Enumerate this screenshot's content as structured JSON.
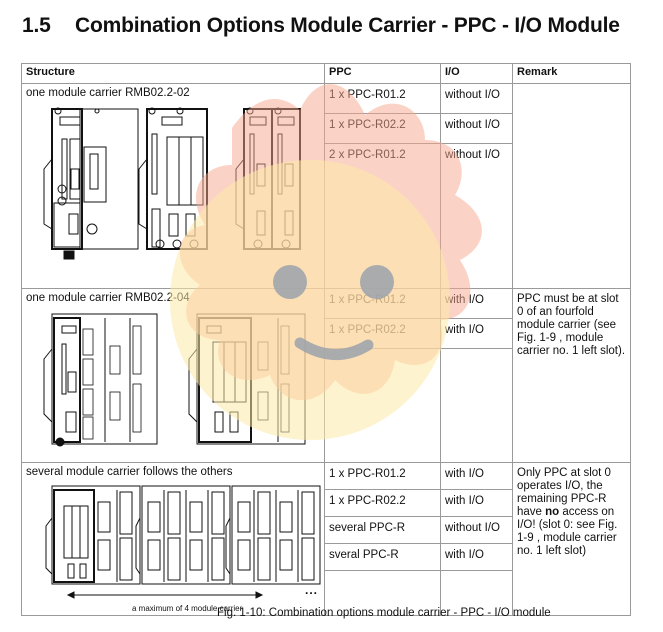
{
  "heading": {
    "number": "1.5",
    "title": "Combination Options Module Carrier - PPC - I/O Module"
  },
  "table": {
    "headers": [
      "Structure",
      "PPC",
      "I/O",
      "Remark"
    ],
    "rows": [
      {
        "structure": "one module carrier RMB02.2-02",
        "options": [
          {
            "ppc": "1 x PPC-R01.2",
            "io": "without I/O"
          },
          {
            "ppc": "1 x PPC-R02.2",
            "io": "without I/O"
          },
          {
            "ppc": "2 x PPC-R01.2",
            "io": "without I/O"
          }
        ],
        "remark": ""
      },
      {
        "structure": "one module carrier RMB02.2-04",
        "options": [
          {
            "ppc": "1 x PPC-R01.2",
            "io": "with I/O"
          },
          {
            "ppc": "1 x PPC-R02.2",
            "io": "with I/O"
          }
        ],
        "remark": "PPC must be at slot 0 of an fourfold module carrier (see Fig. 1-9 , module carrier no. 1 left slot)."
      },
      {
        "structure": "several module carrier follows the others",
        "options": [
          {
            "ppc": "1 x PPC-R01.2",
            "io": "with I/O"
          },
          {
            "ppc": "1 x PPC-R02.2",
            "io": "with I/O"
          },
          {
            "ppc": "several PPC-R",
            "io": "without I/O"
          },
          {
            "ppc": "sveral PPC-R",
            "io": "with I/O"
          }
        ],
        "remark_parts": {
          "before": "Only PPC at slot 0 operates I/O, the remaining PPC-R have ",
          "bold": "no",
          "after": " access on I/O! (slot 0: see Fig. 1-9 , module carrier no. 1 left slot)"
        },
        "figure_annotation": "a maximum of 4 module carrier",
        "continuation": "..."
      }
    ]
  },
  "caption": "Fig. 1-10: Combination options module carrier - PPC - I/O module",
  "figures": {
    "row1": [
      "module-carrier-ppc-io-module",
      "module-carrier-ppc-r02",
      "module-carrier-2x-ppc-r01"
    ],
    "row2": [
      "module-carrier-ppc-with-io-modules",
      "module-carrier-ppc-r02-with-io-modules"
    ],
    "row3": [
      "chained-module-carriers"
    ]
  },
  "colors": {
    "border": "#9a9a9a",
    "watermark_gear": "#f7a88e",
    "watermark_face": "#fde9a8",
    "watermark_features": "#9aa2aa"
  }
}
